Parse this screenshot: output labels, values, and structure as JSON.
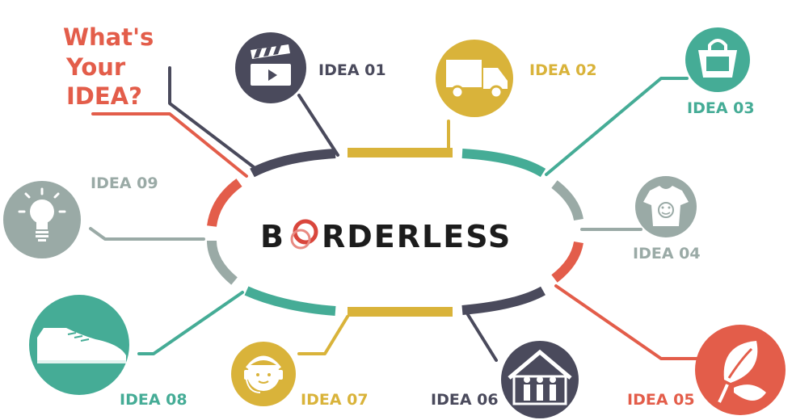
{
  "headline": {
    "lines": [
      "What's",
      "Your",
      "IDEA?"
    ]
  },
  "center": {
    "brand_left": "B",
    "brand_right": "RDERLESS"
  },
  "ideas": [
    {
      "label": "IDEA 01",
      "icon": "clapperboard-icon",
      "color": "#4a4a5c"
    },
    {
      "label": "IDEA 02",
      "icon": "delivery-truck-icon",
      "color": "#d9b33a"
    },
    {
      "label": "IDEA 03",
      "icon": "shopping-bag-icon",
      "color": "#45ac96"
    },
    {
      "label": "IDEA 04",
      "icon": "t-shirt-icon",
      "color": "#9aaaa6"
    },
    {
      "label": "IDEA 05",
      "icon": "leaf-icon",
      "color": "#e35d4a"
    },
    {
      "label": "IDEA 06",
      "icon": "community-house-icon",
      "color": "#4a4a5c"
    },
    {
      "label": "IDEA 07",
      "icon": "headset-operator-icon",
      "color": "#d9b33a"
    },
    {
      "label": "IDEA 08",
      "icon": "shoe-icon",
      "color": "#45ac96"
    },
    {
      "label": "IDEA 09",
      "icon": "light-bulb-icon",
      "color": "#9aaaa6"
    }
  ],
  "colors": {
    "red": "#e35d4a",
    "dark": "#4a4a5c",
    "yellow": "#d9b33a",
    "teal": "#45ac96",
    "gray": "#9aaaa6",
    "brand_text": "#1c1c1c",
    "brand_ring": "#d9463c"
  }
}
